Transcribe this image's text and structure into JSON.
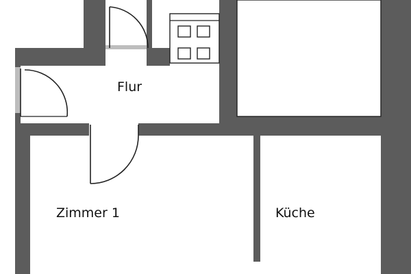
{
  "rooms": {
    "hall": "Flur",
    "room1": "Zimmer 1",
    "kitchen": "Küche"
  },
  "colors": {
    "wall": "#5c5c5c",
    "background": "#ffffff",
    "lines": "#222222"
  },
  "symbols": [
    "door-swing-icon",
    "stove-icon"
  ]
}
